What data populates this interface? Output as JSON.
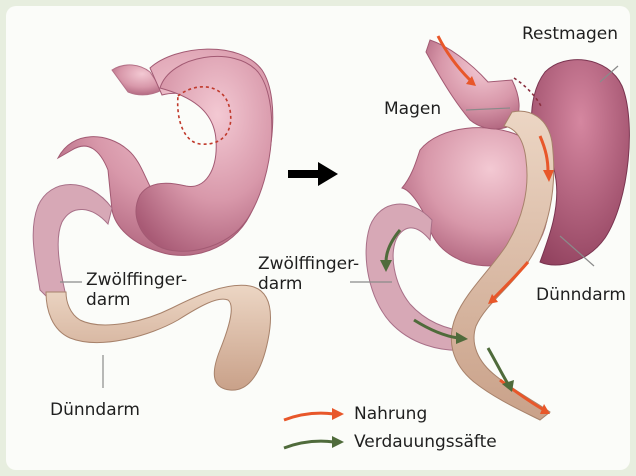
{
  "before": {
    "labels": {
      "duodenum_line1": "Zwölffinger-",
      "duodenum_line2": "darm",
      "small_intestine": "Dünndarm"
    }
  },
  "after": {
    "labels": {
      "remnant_stomach": "Restmagen",
      "stomach": "Magen",
      "duodenum_line1": "Zwölffinger-",
      "duodenum_line2": "darm",
      "small_intestine": "Dünndarm"
    }
  },
  "legend": {
    "food": "Nahrung",
    "digestive_juices": "Verdauungssäfte"
  },
  "colors": {
    "background": "#e7eedf",
    "stomach": "#cf8da0",
    "remnant_stomach": "#b8647f",
    "duodenum": "#d7a8b6",
    "small_intestine": "#dcbfa8",
    "food_arrow": "#e8572a",
    "juice_arrow": "#4f6b3b",
    "direction_arrow": "#000000"
  }
}
